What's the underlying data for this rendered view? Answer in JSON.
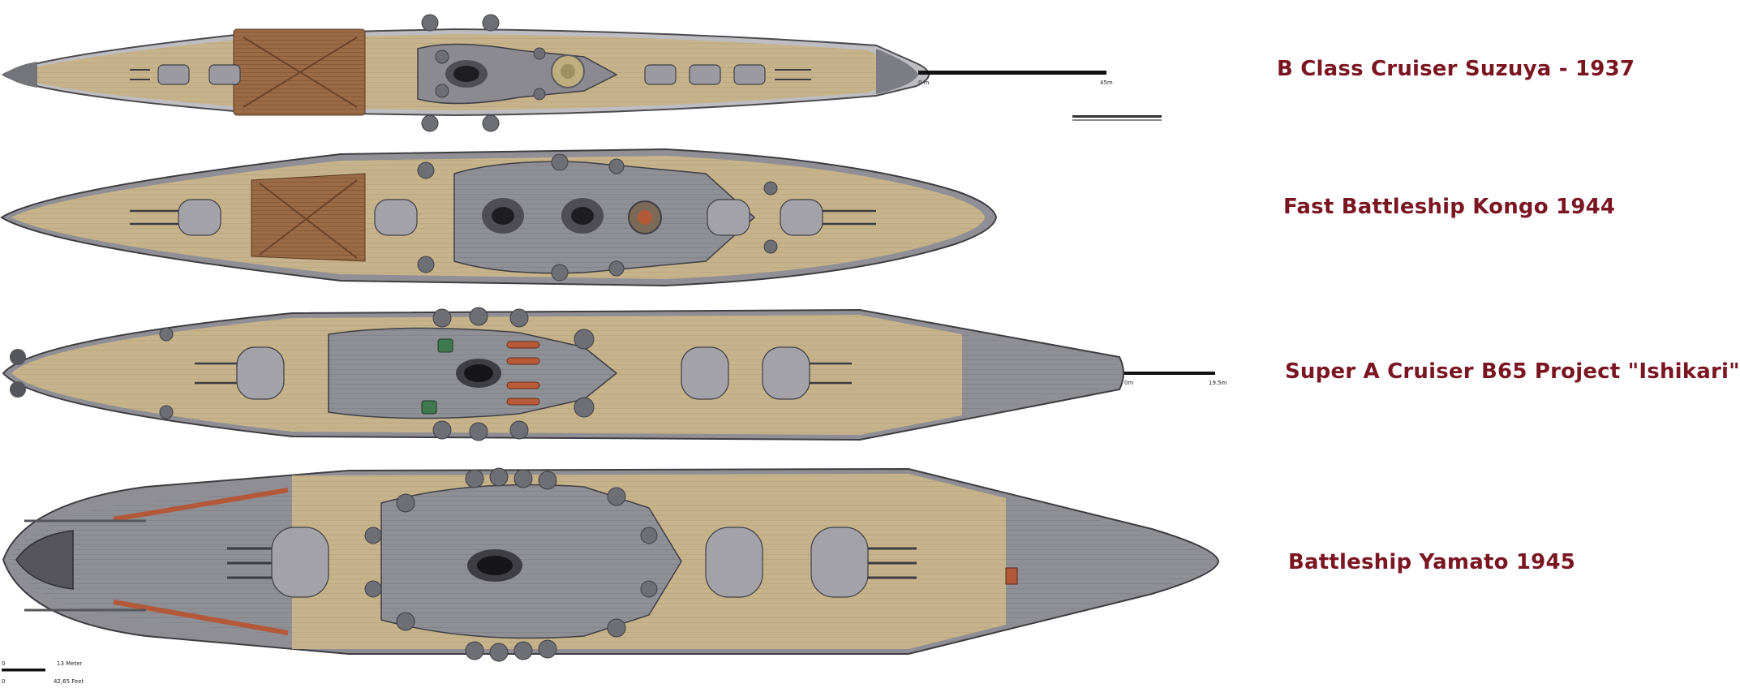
{
  "ships": [
    {
      "id": "suzuya",
      "label": "B Class Cruiser Suzuya - 1937"
    },
    {
      "id": "kongo",
      "label": "Fast Battleship Kongo 1944"
    },
    {
      "id": "ishikari",
      "label": "Super A Cruiser B65 Project \"Ishikari\""
    },
    {
      "id": "yamato",
      "label": "Battleship Yamato 1945"
    }
  ],
  "scale_bars": [
    {
      "id": "suzuya-scale",
      "start_label": "0 m",
      "end_label": "45m"
    },
    {
      "id": "ishikari-scale",
      "start_label": "0m",
      "end_label": "19.5m"
    }
  ],
  "scale_legend": {
    "zero": "0",
    "meters": "13 Meter",
    "feet": "42,65 Feet"
  },
  "colors": {
    "label": "#7a1522",
    "deck_wood": "#c9b68e",
    "hull_gray": "#8d8d93",
    "planking": "#9b6a45"
  }
}
